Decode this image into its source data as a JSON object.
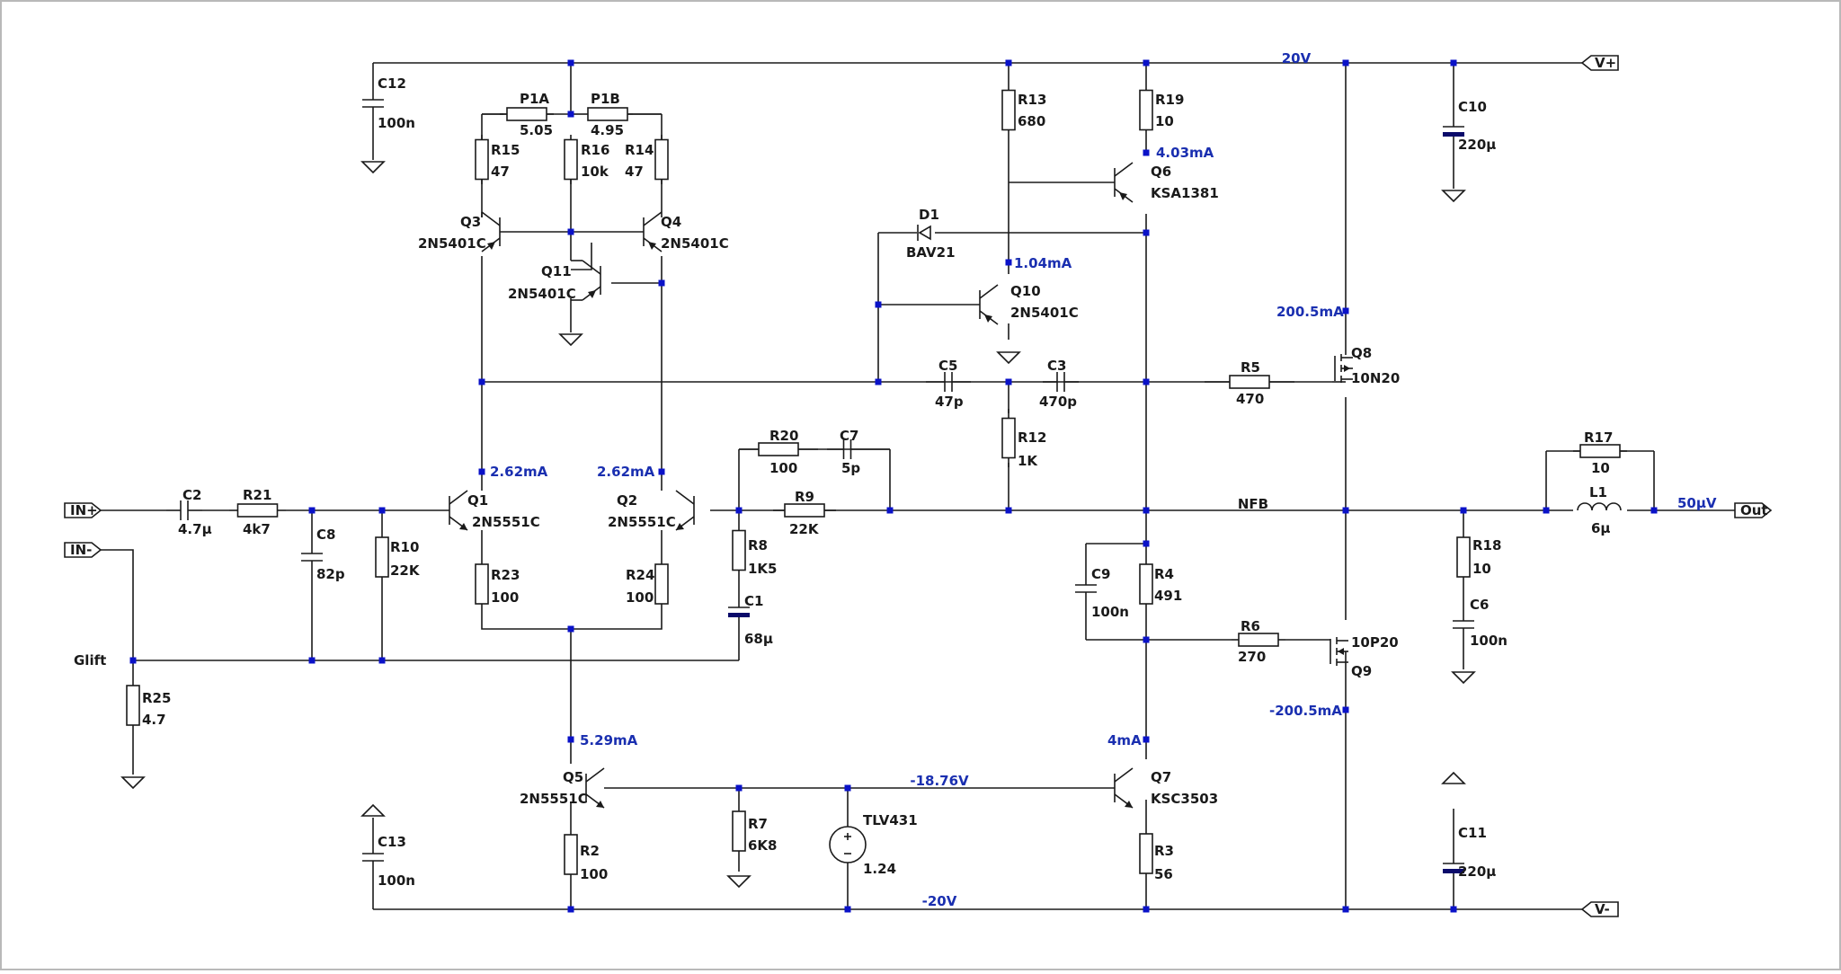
{
  "title": "",
  "rails": {
    "pos_voltage": "20V",
    "neg_voltage": "-20V",
    "nfb": "NFB",
    "glift": "Glift",
    "bias_node_voltage": "-18.76V"
  },
  "ports": {
    "in_plus": "IN+",
    "in_minus": "IN-",
    "v_plus": "V+",
    "v_minus": "V-",
    "out": "Out"
  },
  "components": {
    "C12": [
      "C12",
      "100n"
    ],
    "C13": [
      "C13",
      "100n"
    ],
    "C10": [
      "C10",
      "220µ"
    ],
    "C11": [
      "C11",
      "220µ"
    ],
    "P1A": [
      "P1A",
      "5.05"
    ],
    "P1B": [
      "P1B",
      "4.95"
    ],
    "R15": [
      "R15",
      "47"
    ],
    "R16": [
      "R16",
      "10k"
    ],
    "R14": [
      "R14",
      "47"
    ],
    "Q3": [
      "Q3",
      "2N5401C"
    ],
    "Q4": [
      "Q4",
      "2N5401C"
    ],
    "Q11": [
      "Q11",
      "2N5401C"
    ],
    "R13": [
      "R13",
      "680"
    ],
    "R19": [
      "R19",
      "10"
    ],
    "Q6": [
      "Q6",
      "KSA1381"
    ],
    "D1": [
      "D1",
      "BAV21"
    ],
    "Q10": [
      "Q10",
      "2N5401C"
    ],
    "C5": [
      "C5",
      "47p"
    ],
    "C3": [
      "C3",
      "470p"
    ],
    "R12": [
      "R12",
      "1K"
    ],
    "R5": [
      "R5",
      "470"
    ],
    "Q8": [
      "Q8",
      "10N20"
    ],
    "R17": [
      "R17",
      "10"
    ],
    "L1": [
      "L1",
      "6µ"
    ],
    "R18": [
      "R18",
      "10"
    ],
    "C6": [
      "C6",
      "100n"
    ],
    "C2": [
      "C2",
      "4.7µ"
    ],
    "R21": [
      "R21",
      "4k7"
    ],
    "C8": [
      "C8",
      "82p"
    ],
    "R10": [
      "R10",
      "22K"
    ],
    "Q1": [
      "Q1",
      "2N5551C"
    ],
    "Q2": [
      "Q2",
      "2N5551C"
    ],
    "R23": [
      "R23",
      "100"
    ],
    "R24": [
      "R24",
      "100"
    ],
    "R20": [
      "R20",
      "100"
    ],
    "C7": [
      "C7",
      "5p"
    ],
    "R9": [
      "R9",
      "22K"
    ],
    "R8": [
      "R8",
      "1K5"
    ],
    "C1": [
      "C1",
      "68µ"
    ],
    "R25": [
      "R25",
      "4.7"
    ],
    "C9": [
      "C9",
      "100n"
    ],
    "R4": [
      "R4",
      "491"
    ],
    "R6": [
      "R6",
      "270"
    ],
    "Q9": [
      "Q9",
      "10P20"
    ],
    "Q5": [
      "Q5",
      "2N5551C"
    ],
    "R2": [
      "R2",
      "100"
    ],
    "R7": [
      "R7",
      "6K8"
    ],
    "TLV431": [
      "TLV431",
      "1.24"
    ],
    "Q7": [
      "Q7",
      "KSC3503"
    ],
    "R3": [
      "R3",
      "56"
    ]
  },
  "annotations": {
    "q6_current": "4.03mA",
    "q10_current": "1.04mA",
    "q8_current": "200.5mA",
    "q1_current": "2.62mA",
    "q2_current": "2.62mA",
    "out_voltage": "50µV",
    "q5_current": "5.29mA",
    "q7_current": "4mA",
    "q9_current": "-200.5mA"
  }
}
